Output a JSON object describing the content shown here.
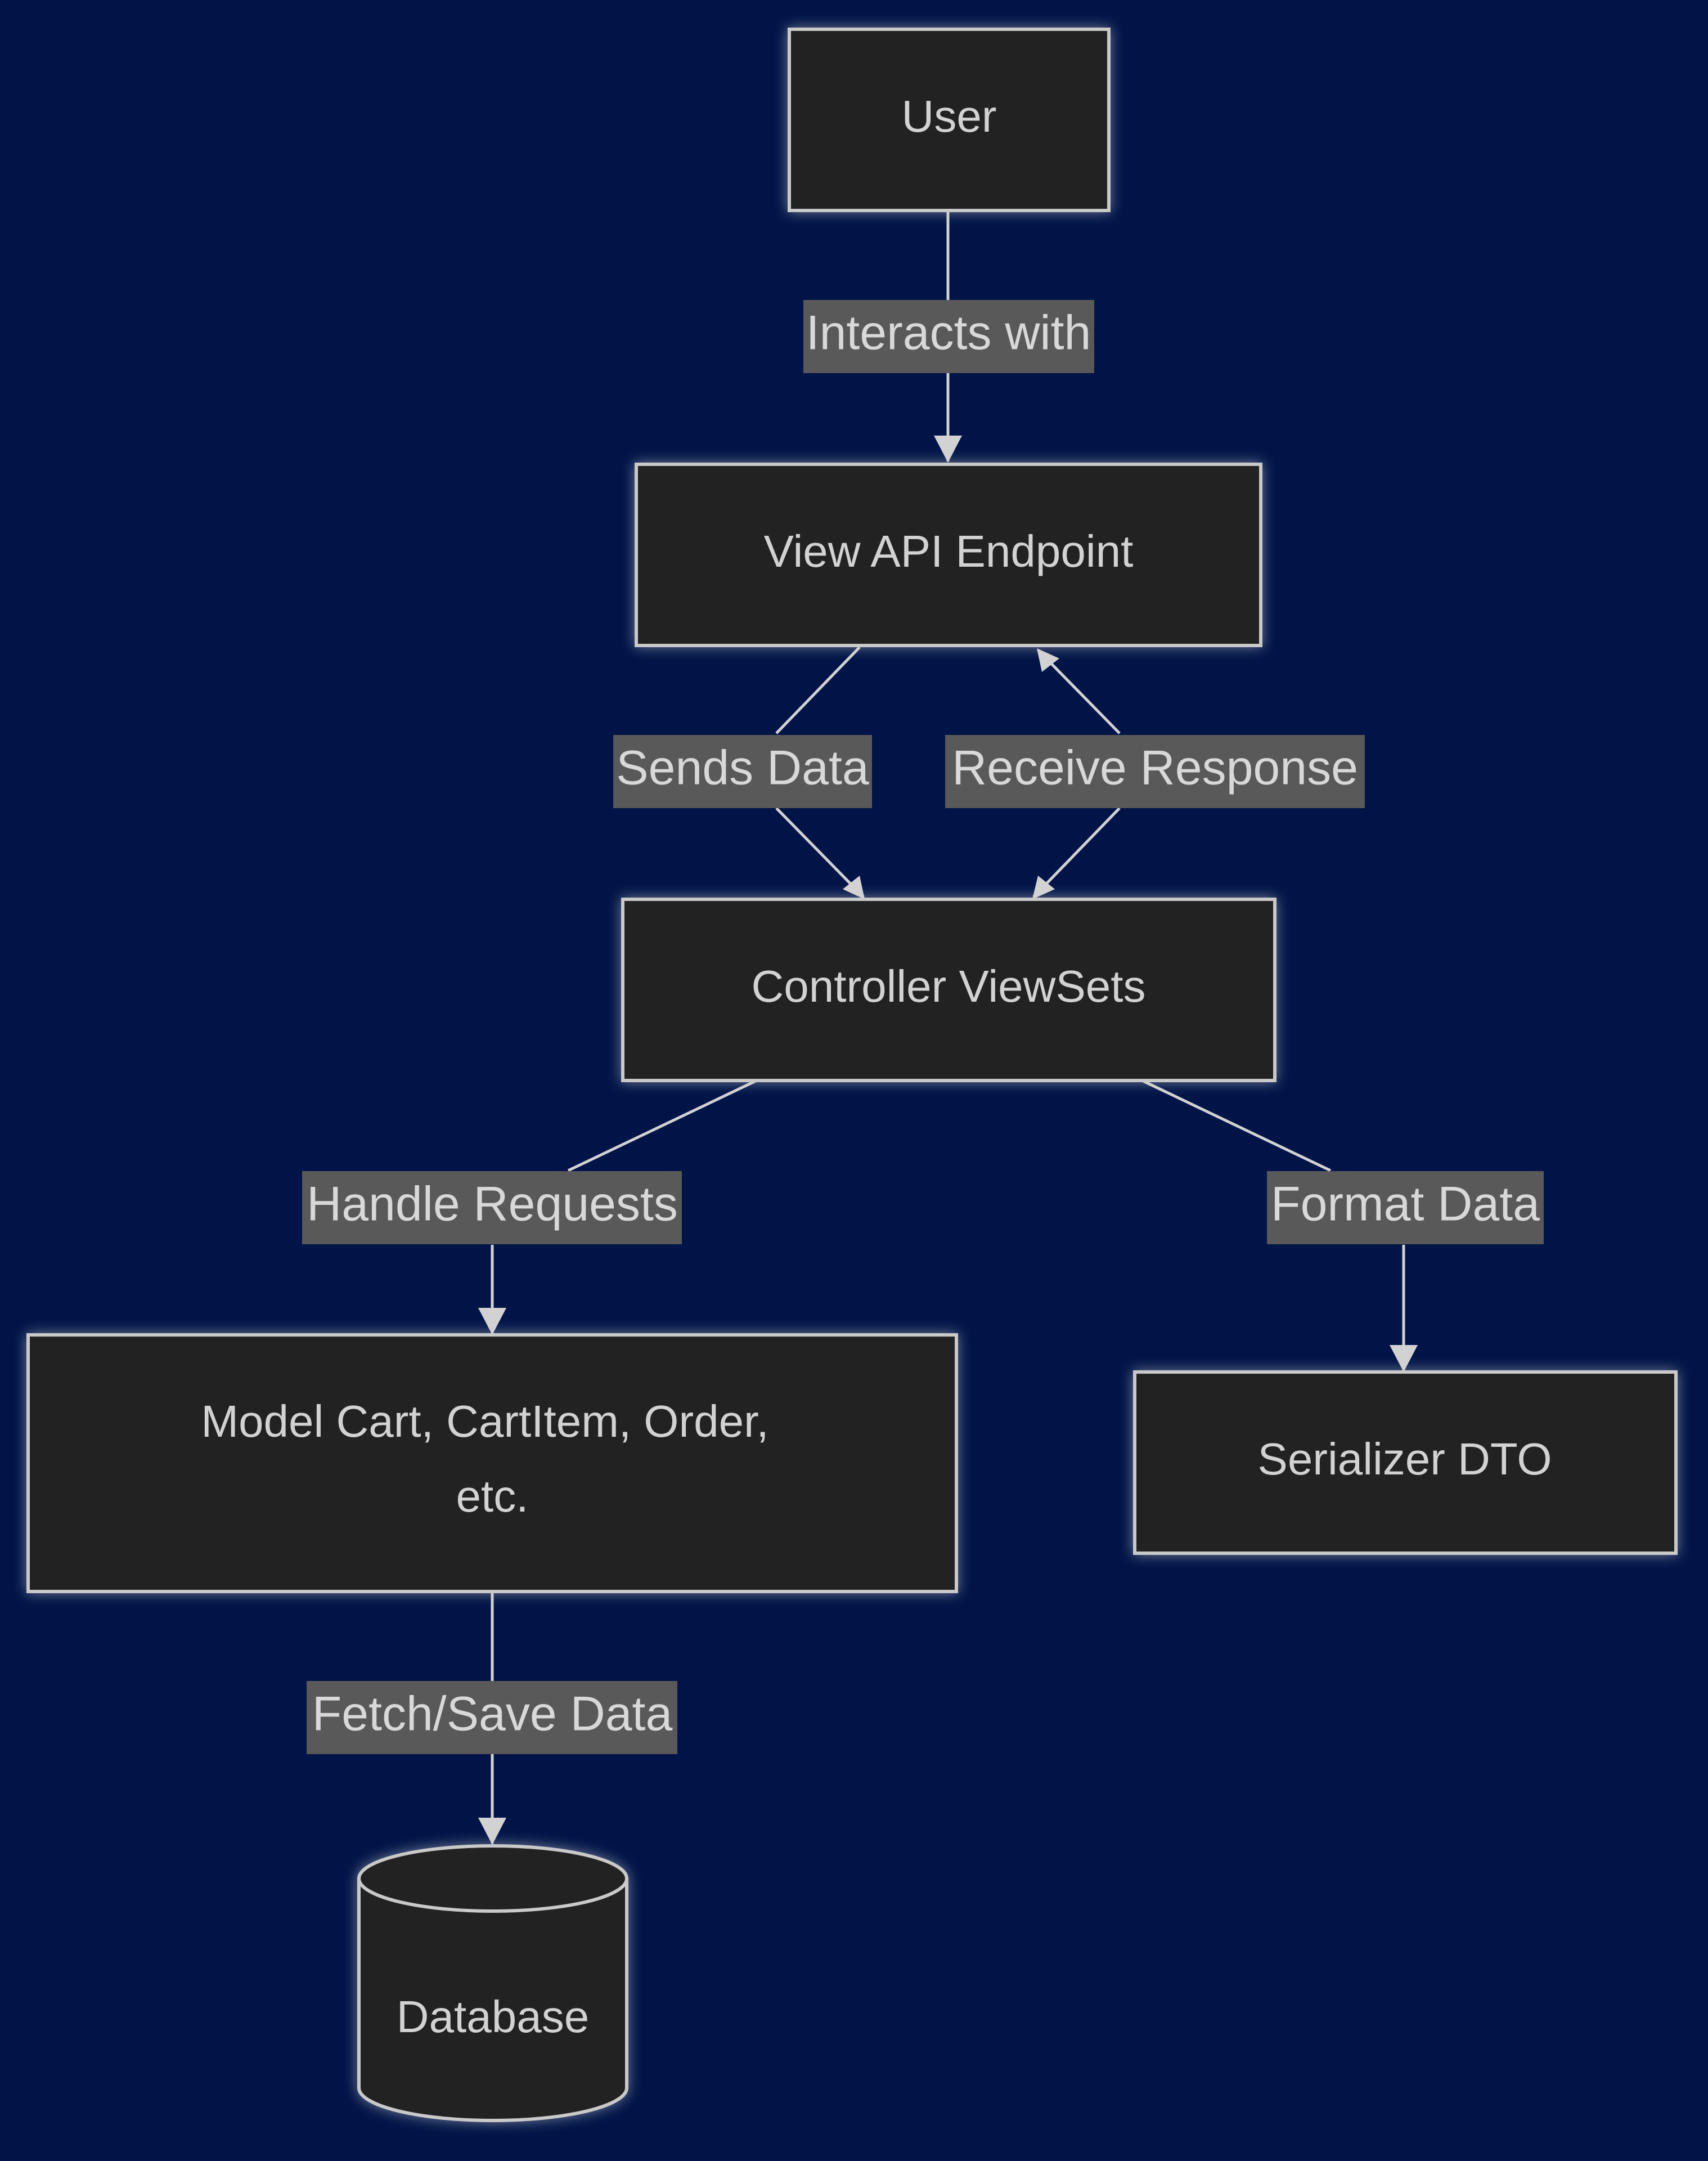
{
  "colors": {
    "background": "#001447",
    "node_fill": "#202120",
    "node_stroke": "#c9c9c9",
    "edge": "#d2d2d2",
    "label_bg": "#595959",
    "text": "#d2d2d2"
  },
  "nodes": {
    "user": "User",
    "view": "View API Endpoint",
    "controller": "Controller ViewSets",
    "model_line1": "Model Cart, CartItem, Order,",
    "model_line2": "etc.",
    "serializer": "Serializer DTO",
    "database": "Database"
  },
  "edges": {
    "interacts": "Interacts with",
    "sends": "Sends Data",
    "receive": "Receive Response",
    "handle": "Handle Requests",
    "format": "Format Data",
    "fetch": "Fetch/Save Data"
  }
}
